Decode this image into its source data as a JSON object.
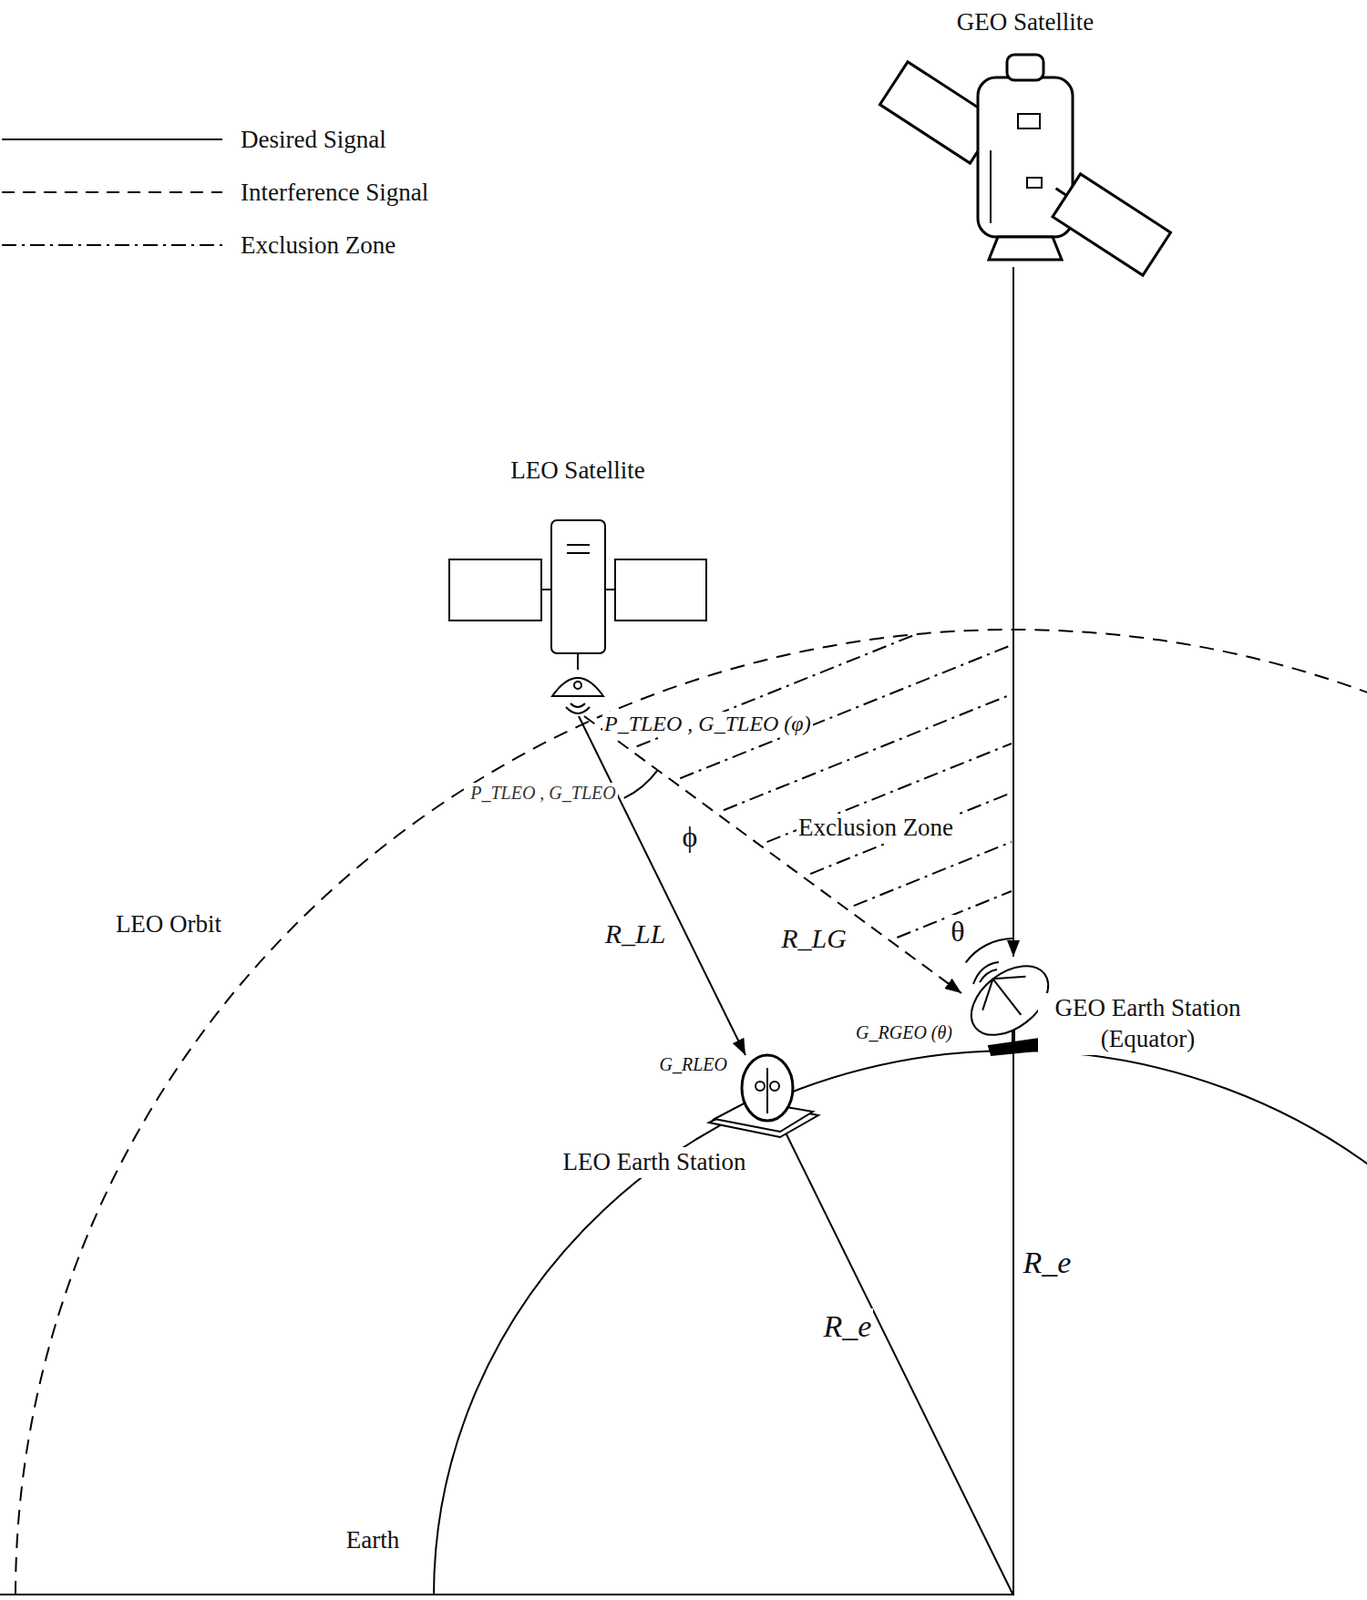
{
  "diagram": {
    "nodes": [
      {
        "text": [
          "GEO Satellite"
        ]
      },
      {
        "text": [
          "LEO Satellite"
        ]
      },
      {
        "text": [
          "GEO Earth Station (Equator)"
        ]
      },
      {
        "text": [
          "LEO Earth Station"
        ]
      }
    ],
    "edges": [
      {
        "from": 0,
        "to": 2,
        "arrow": "to"
      },
      {
        "from": 1,
        "to": 3,
        "label": "R_LL",
        "arrow": "to"
      },
      {
        "from": 1,
        "to": 2,
        "label": "R_LG",
        "arrow": "to"
      }
    ],
    "labels": [
      "P_TLEO , G_TLEO (φ)",
      "P_TLEO , G_TLEO",
      "ϕ",
      "Exclusion Zone",
      "θ",
      "LEO Orbit",
      "G_RGEO (θ)",
      "G_RLEO",
      "R_e",
      "R_e",
      "Earth"
    ],
    "legend": [
      {
        "text": "Desired Signal"
      },
      {
        "text": "Interference Signal"
      },
      {
        "text": "Exclusion Zone"
      }
    ]
  }
}
